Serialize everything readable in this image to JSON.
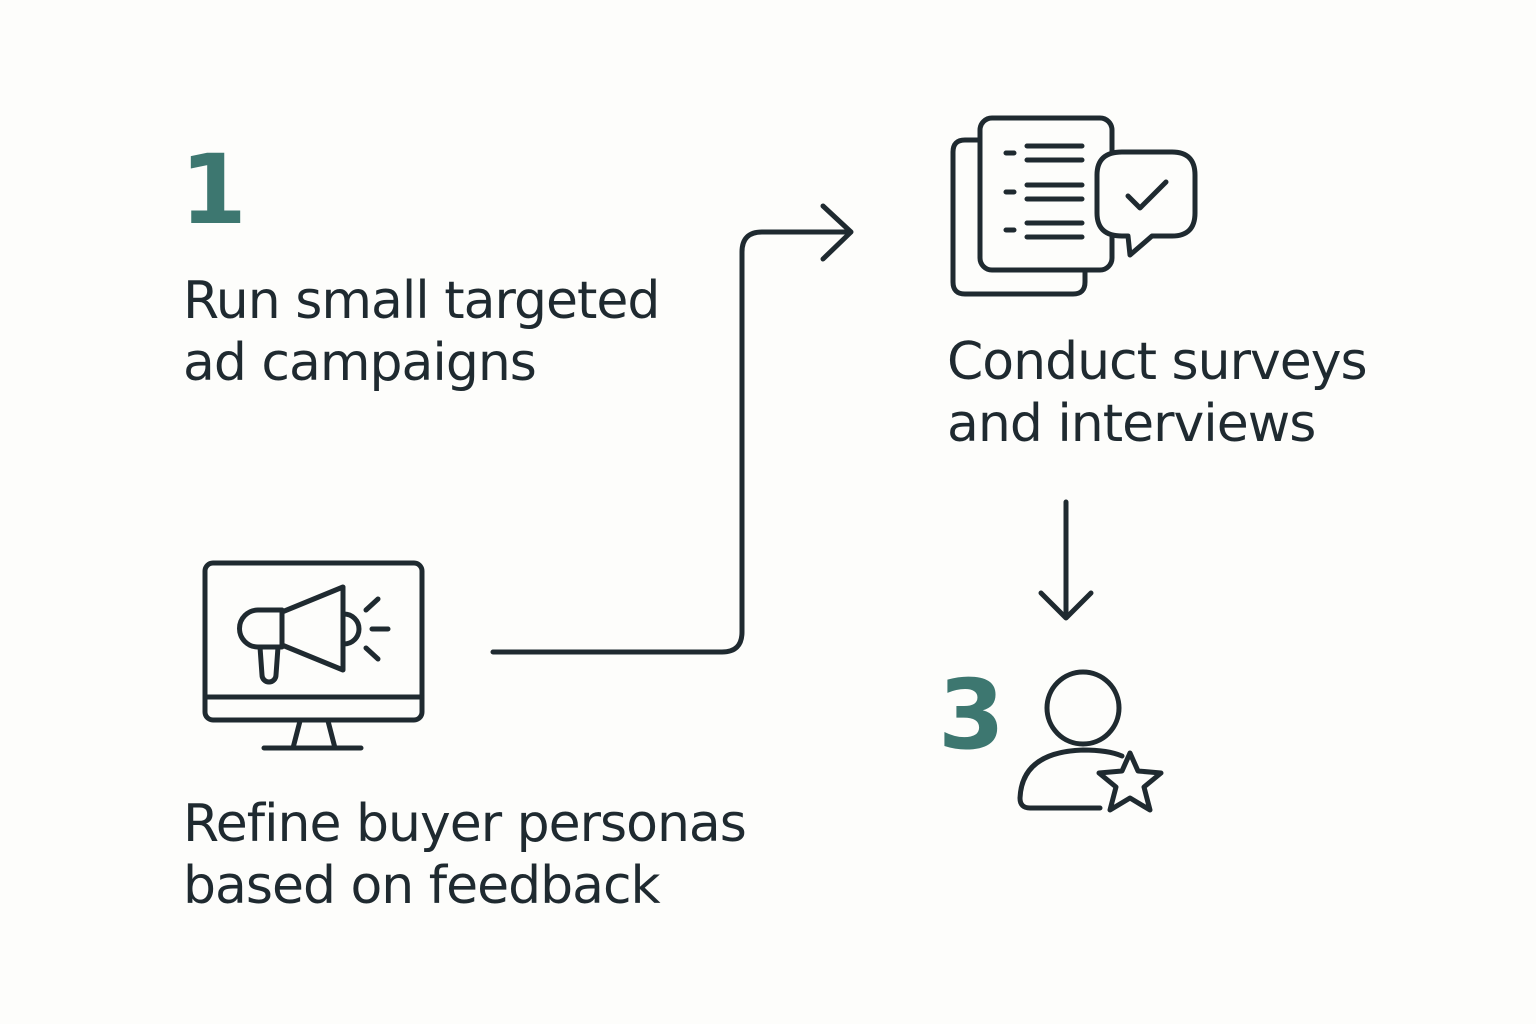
{
  "steps": [
    {
      "number": "1",
      "label_line1": "Run small targeted",
      "label_line2": "ad campaigns",
      "icon": "megaphone-monitor-icon"
    },
    {
      "label_line1": "Conduct surveys",
      "label_line2": "and interviews",
      "icon": "survey-document-check-icon"
    },
    {
      "number": "3",
      "icon": "user-star-icon"
    },
    {
      "label_line1": "Refine buyer personas",
      "label_line2": "based on feedback"
    }
  ],
  "colors": {
    "text": "#1f2a30",
    "accent": "#3d7770",
    "background": "#fdfdfb"
  }
}
